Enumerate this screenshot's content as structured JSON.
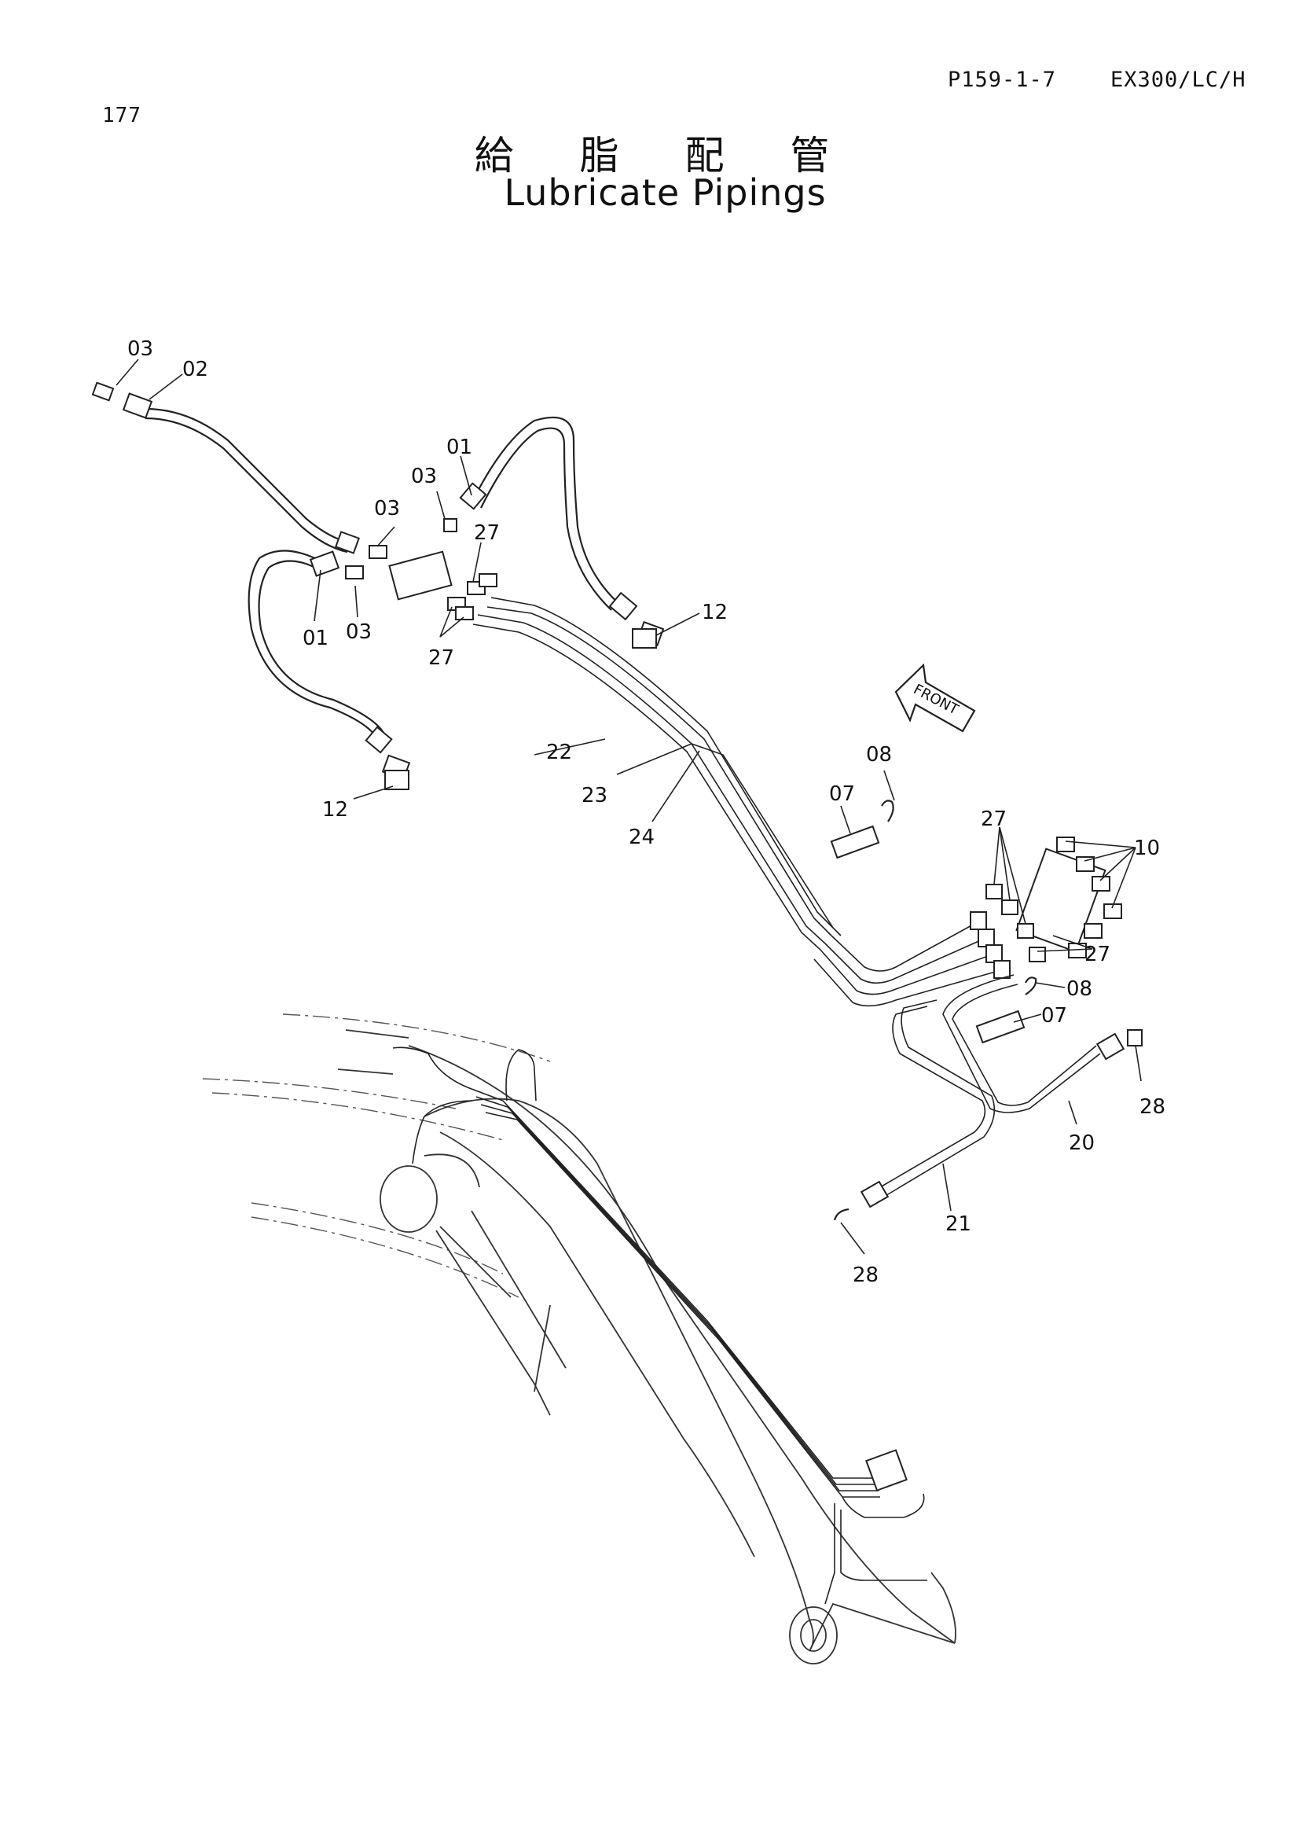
{
  "header": {
    "page_number": "177",
    "ref_code": "P159-1-7",
    "model": "EX300/LC/H"
  },
  "title": {
    "japanese": "給 脂 配 管",
    "english": "Lubricate Pipings"
  },
  "direction_arrow": {
    "label": "FRONT"
  },
  "callouts": {
    "p03_a": "03",
    "p02": "02",
    "p01_a": "01",
    "p03_b": "03",
    "p03_c": "03",
    "p27_a": "27",
    "p01_b": "01",
    "p03_d": "03",
    "p27_b": "27",
    "p12_a": "12",
    "p22": "22",
    "p23": "23",
    "p24": "24",
    "p12_b": "12",
    "p08_a": "08",
    "p07_a": "07",
    "p27_c": "27",
    "p10": "10",
    "p27_d": "27",
    "p08_b": "08",
    "p07_b": "07",
    "p28_a": "28",
    "p20": "20",
    "p21": "21",
    "p28_b": "28"
  },
  "colors": {
    "ink": "#111111",
    "paper": "#ffffff"
  }
}
